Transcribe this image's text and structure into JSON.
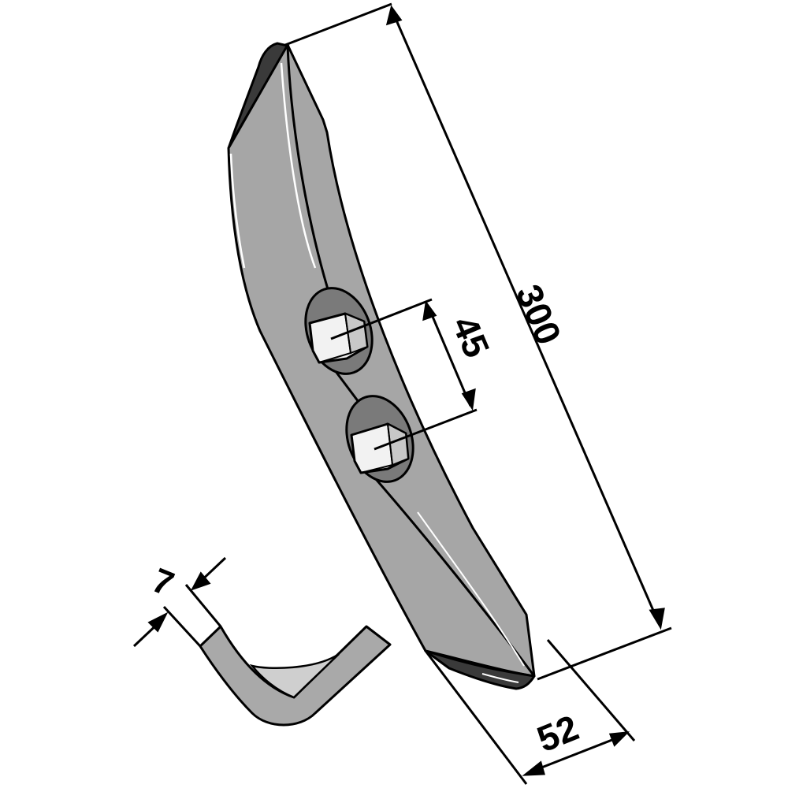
{
  "drawing": {
    "subject": "curved cultivator share blade with two carriage bolts",
    "colors": {
      "background": "#ffffff",
      "blade_fill": "#a6a6a6",
      "blade_shadow": "#3a3a3a",
      "bolt_head": "#f2f2f2",
      "bolt_side": "#c8c8c8",
      "hole_fill": "#7a7a7a",
      "section_fill": "#a9a9a9",
      "section_inner": "#cfcfcf",
      "line": "#000000",
      "highlight": "#ffffff"
    },
    "dimensions": {
      "length": {
        "label": "300",
        "description": "overall blade length"
      },
      "hole_spacing": {
        "label": "45",
        "description": "bolt hole center distance"
      },
      "width": {
        "label": "52",
        "description": "blade width"
      },
      "thickness": {
        "label": "7",
        "description": "material thickness (cross-section)"
      }
    }
  }
}
